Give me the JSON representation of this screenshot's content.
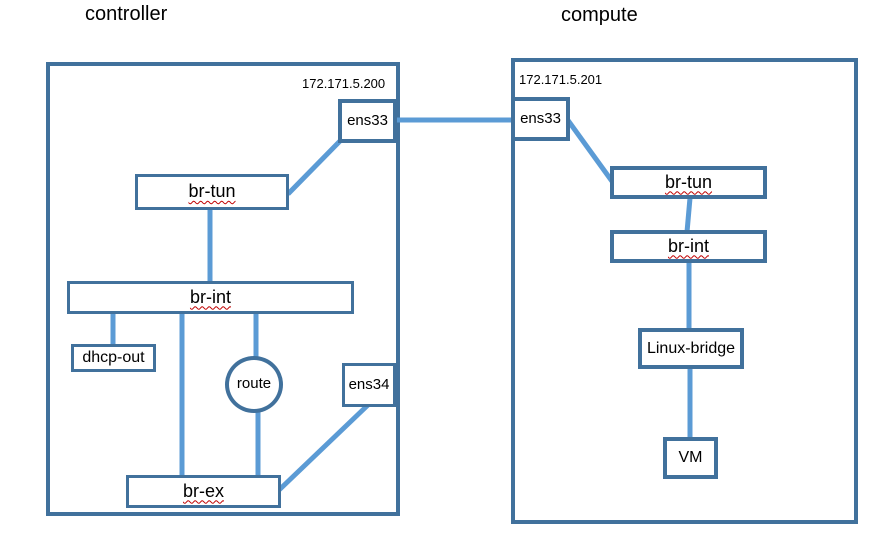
{
  "diagram": {
    "colors": {
      "box_border": "#41719C",
      "connector": "#5B9BD5",
      "spellcheck_underline": "#C00000",
      "text": "#000000",
      "background": "#FFFFFF"
    },
    "controller": {
      "title": "controller",
      "ip": "172.171.5.200",
      "nodes": {
        "ens33": "ens33",
        "br_tun": "br-tun",
        "br_int": "br-int",
        "dhcp_out": "dhcp-out",
        "route": "route",
        "ens34": "ens34",
        "br_ex": "br-ex"
      }
    },
    "compute": {
      "title": "compute",
      "ip": "172.171.5.201",
      "nodes": {
        "ens33": "ens33",
        "br_tun": "br-tun",
        "br_int": "br-int",
        "linux_bridge": "Linux-bridge",
        "vm": "VM"
      }
    },
    "connections": [
      "controller.ens33 - compute.ens33",
      "controller.ens33 - controller.br_tun",
      "controller.br_tun - controller.br_int",
      "controller.br_int - controller.dhcp_out",
      "controller.br_int - controller.br_ex",
      "controller.br_int - controller.route",
      "controller.route - controller.br_ex",
      "controller.ens34 - controller.br_ex",
      "compute.ens33 - compute.br_tun",
      "compute.br_tun - compute.br_int",
      "compute.br_int - compute.linux_bridge",
      "compute.linux_bridge - compute.vm"
    ]
  }
}
